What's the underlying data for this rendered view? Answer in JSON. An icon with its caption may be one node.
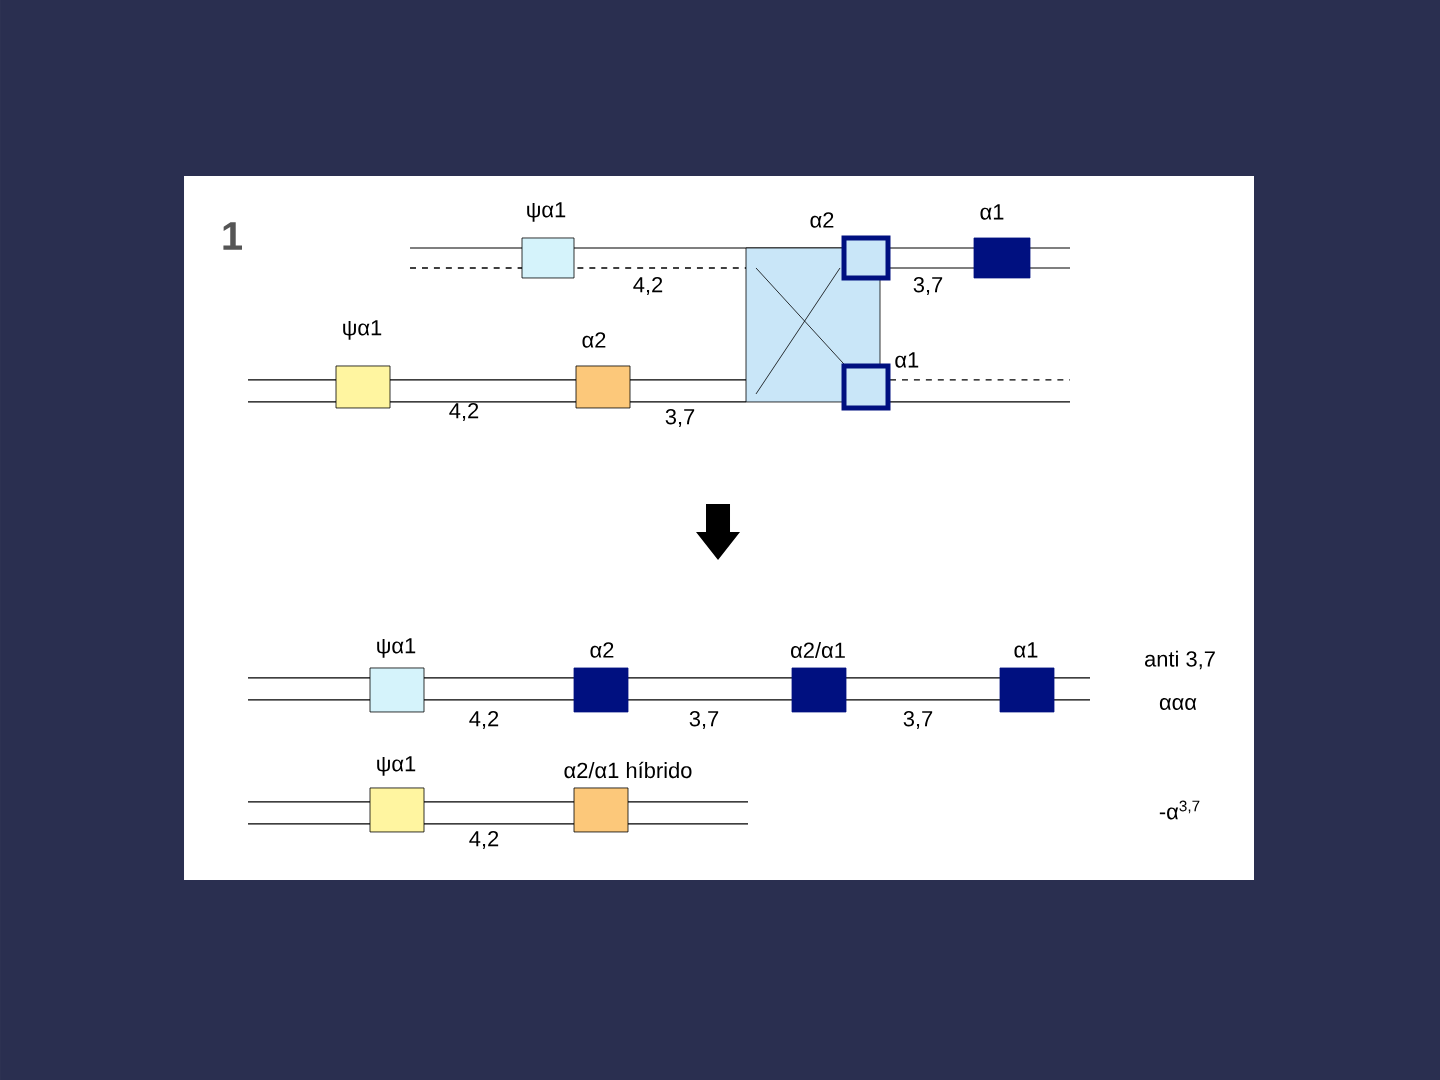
{
  "diagram": {
    "nodes": [
      {
        "text": [
          "ψα1"
        ]
      },
      {
        "text": [
          "α2"
        ]
      },
      {
        "text": [
          "α1"
        ]
      },
      {
        "text": [],
        "shape": "box"
      },
      {
        "text": [
          "ψα1"
        ]
      },
      {
        "text": [
          "α2"
        ]
      },
      {
        "text": [
          "α1"
        ]
      },
      {
        "text": [
          "ψα1"
        ]
      },
      {
        "text": [
          "α2"
        ]
      },
      {
        "text": [
          "α2/α1"
        ]
      },
      {
        "text": [
          "α1"
        ]
      },
      {
        "text": [
          "ψα1"
        ]
      },
      {
        "text": [
          "α2/α1 híbrido"
        ]
      }
    ],
    "labels": [
      "1",
      "4,2",
      "3,7",
      "4,2",
      "3,7",
      "4,2",
      "3,7",
      "3,7",
      "anti 3,7",
      "ααα",
      "4,2",
      "-α$^{3,7}$"
    ]
  }
}
